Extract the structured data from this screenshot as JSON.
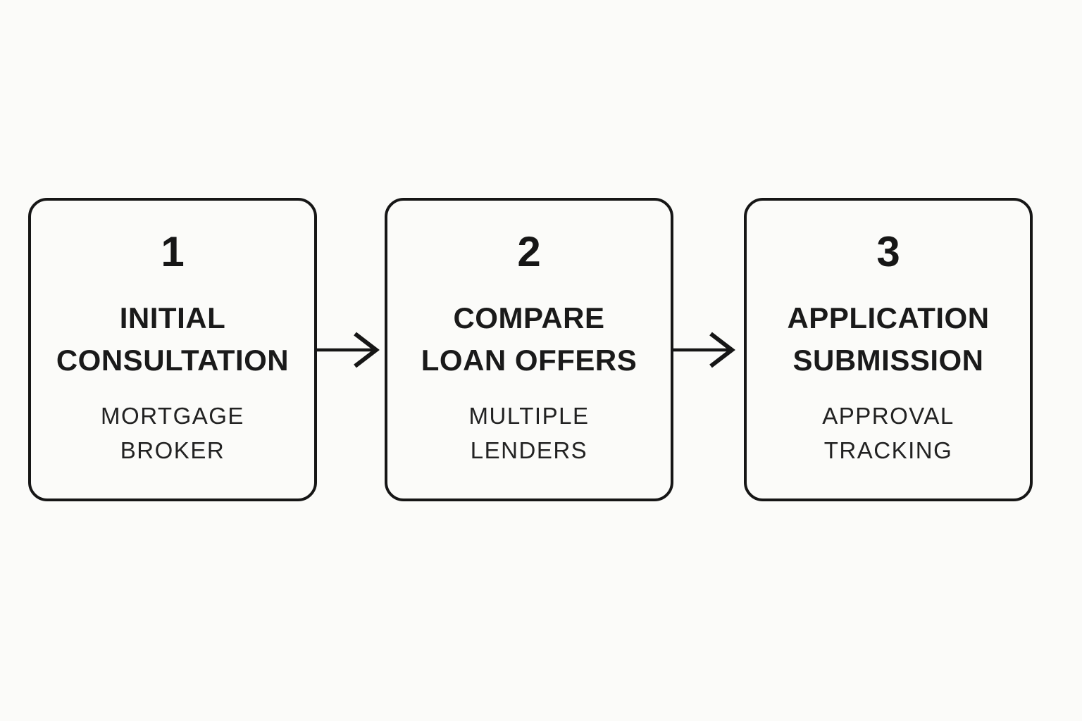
{
  "diagram": {
    "background_color": "#fbfbf9",
    "stroke_color": "#161616",
    "text_color": "#1a1a1a",
    "steps": [
      {
        "number": "1",
        "title_lines": [
          "INITIAL",
          "CONSULTATION"
        ],
        "subtitle_lines": [
          "MORTGAGE",
          "BROKER"
        ]
      },
      {
        "number": "2",
        "title_lines": [
          "COMPARE",
          "LOAN OFFERS"
        ],
        "subtitle_lines": [
          "MULTIPLE",
          "LENDERS"
        ]
      },
      {
        "number": "3",
        "title_lines": [
          "APPLICATION",
          "SUBMISSION"
        ],
        "subtitle_lines": [
          "APPROVAL",
          "TRACKING"
        ]
      }
    ],
    "connectors": [
      {
        "type": "arrow-right"
      },
      {
        "type": "arrow-right"
      }
    ]
  }
}
